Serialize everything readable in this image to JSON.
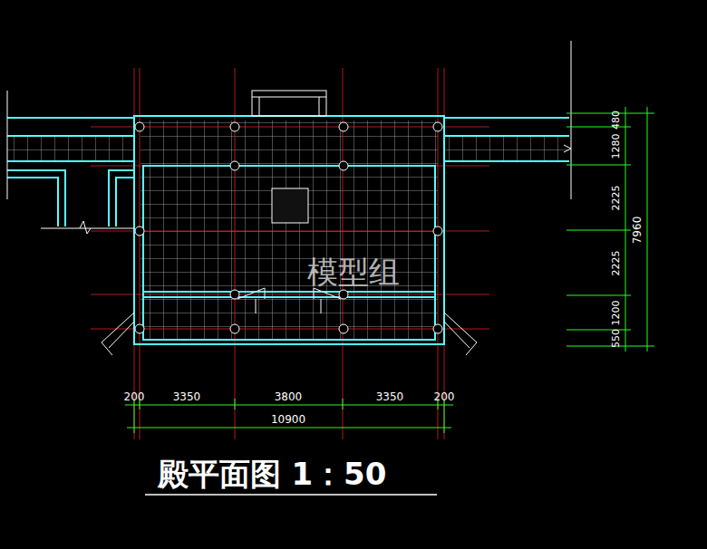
{
  "diagram": {
    "title": "殿平面图 1：50",
    "labels": [
      "200",
      "3350",
      "3800",
      "3350",
      "200",
      "10900",
      "480",
      "1280",
      "2225",
      "2225",
      "1200",
      "550",
      "7960",
      "模型组"
    ]
  }
}
